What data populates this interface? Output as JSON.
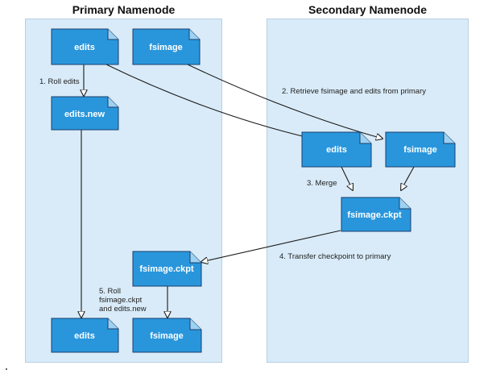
{
  "panels": {
    "primary": {
      "title": "Primary Namenode"
    },
    "secondary": {
      "title": "Secondary Namenode"
    }
  },
  "files": {
    "p_edits_top": "edits",
    "p_fsimage_top": "fsimage",
    "p_edits_new": "edits.new",
    "s_edits": "edits",
    "s_fsimage": "fsimage",
    "s_ckpt": "fsimage.ckpt",
    "p_ckpt": "fsimage.ckpt",
    "p_edits_bottom": "edits",
    "p_fsimage_bottom": "fsimage"
  },
  "steps": {
    "roll_edits": "1. Roll edits",
    "retrieve": "2. Retrieve fsimage and edits from primary",
    "merge": "3. Merge",
    "transfer": "4. Transfer checkpoint to primary",
    "roll_ckpt": [
      "5. Roll",
      "fsimage.ckpt",
      "and edits.new"
    ]
  },
  "colors": {
    "panel": "#d9ebf8",
    "file_fill": "#2996dc",
    "file_stroke": "#1a3f6b",
    "arrow": "#1a1a1a"
  }
}
